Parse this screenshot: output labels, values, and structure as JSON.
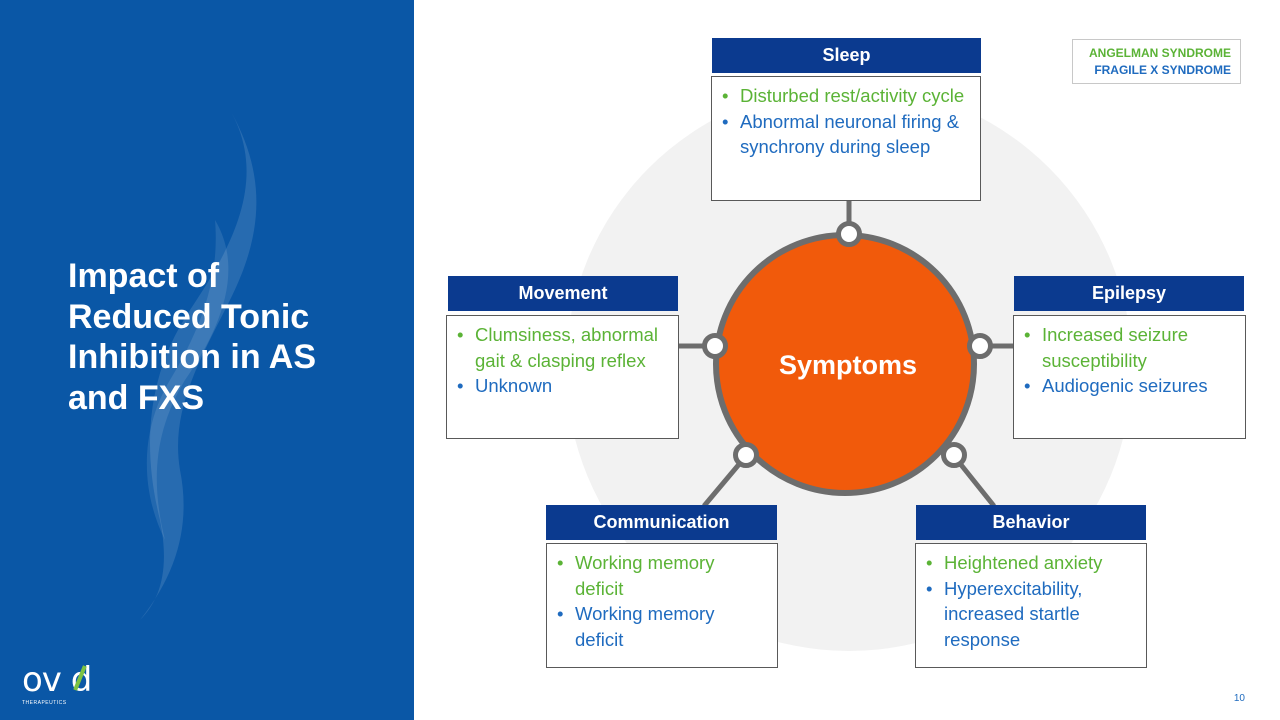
{
  "slide": {
    "title": "Impact of Reduced Tonic Inhibition in AS and FXS",
    "page_number": "10"
  },
  "logo": {
    "word": "ov d",
    "subtitle": "THERAPEUTICS"
  },
  "legend": {
    "angelman": "ANGELMAN SYNDROME",
    "fragile_x": "FRAGILE X SYNDROME"
  },
  "center": {
    "label": "Symptoms"
  },
  "categories": {
    "sleep": {
      "title": "Sleep",
      "items": [
        "Disturbed rest/activity cycle",
        "Abnormal neuronal firing & synchrony during sleep"
      ]
    },
    "movement": {
      "title": "Movement",
      "items": [
        "Clumsiness, abnormal gait & clasping reflex",
        "Unknown"
      ]
    },
    "epilepsy": {
      "title": "Epilepsy",
      "items": [
        "Increased seizure susceptibility",
        "Audiogenic seizures"
      ]
    },
    "communication": {
      "title": "Communication",
      "items": [
        "Working memory deficit",
        "Working memory deficit"
      ]
    },
    "behavior": {
      "title": "Behavior",
      "items": [
        "Heightened anxiety",
        "Hyperexcitability, increased startle response"
      ]
    }
  },
  "colors": {
    "panel_blue": "#0a57a6",
    "header_navy": "#0b3a8f",
    "angelman_green": "#5bb336",
    "fragile_x_blue": "#1f6bbf",
    "symptoms_orange": "#f15a0b",
    "connector_gray": "#6d6d6d"
  },
  "icons": {
    "decor": "flame-watermark-icon",
    "logo_mark": "ovid-logo-icon"
  }
}
